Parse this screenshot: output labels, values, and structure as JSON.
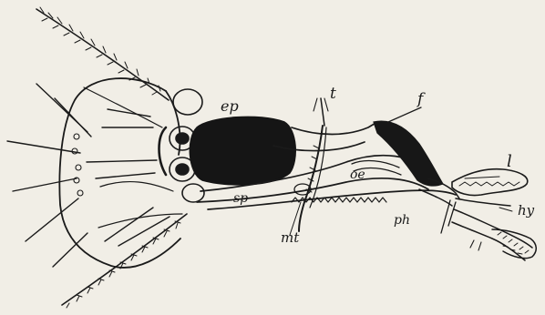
{
  "colors": {
    "paper": "#f1eee6",
    "ink": "#1a1a1a"
  },
  "labels": {
    "ep": "ep",
    "t": "t",
    "f": "f",
    "l": "l",
    "hy": "hy",
    "oe": "oe",
    "sp": "sp",
    "ph": "ph",
    "mt": "mt"
  }
}
